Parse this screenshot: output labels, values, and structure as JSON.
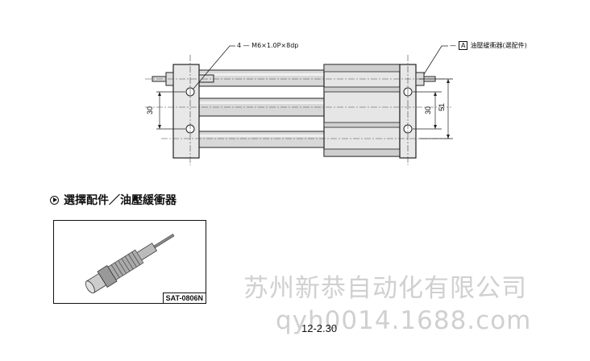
{
  "drawing": {
    "tap_callout": "4 — M6×1.0P×8dp",
    "shock_callout_prefix": "—",
    "shock_callout_box": "A",
    "shock_callout_text": "油壓緩衝器(選配件)",
    "dim_left": "30",
    "dim_right_inner": "30",
    "dim_right_outer": "51"
  },
  "section": {
    "title": "選擇配件／油壓緩衝器"
  },
  "product": {
    "model": "SAT-0806N"
  },
  "watermark": {
    "company": "苏州新恭自动化有限公司",
    "site": "qyh0014.1688.com"
  },
  "page_number": "12-2.30"
}
